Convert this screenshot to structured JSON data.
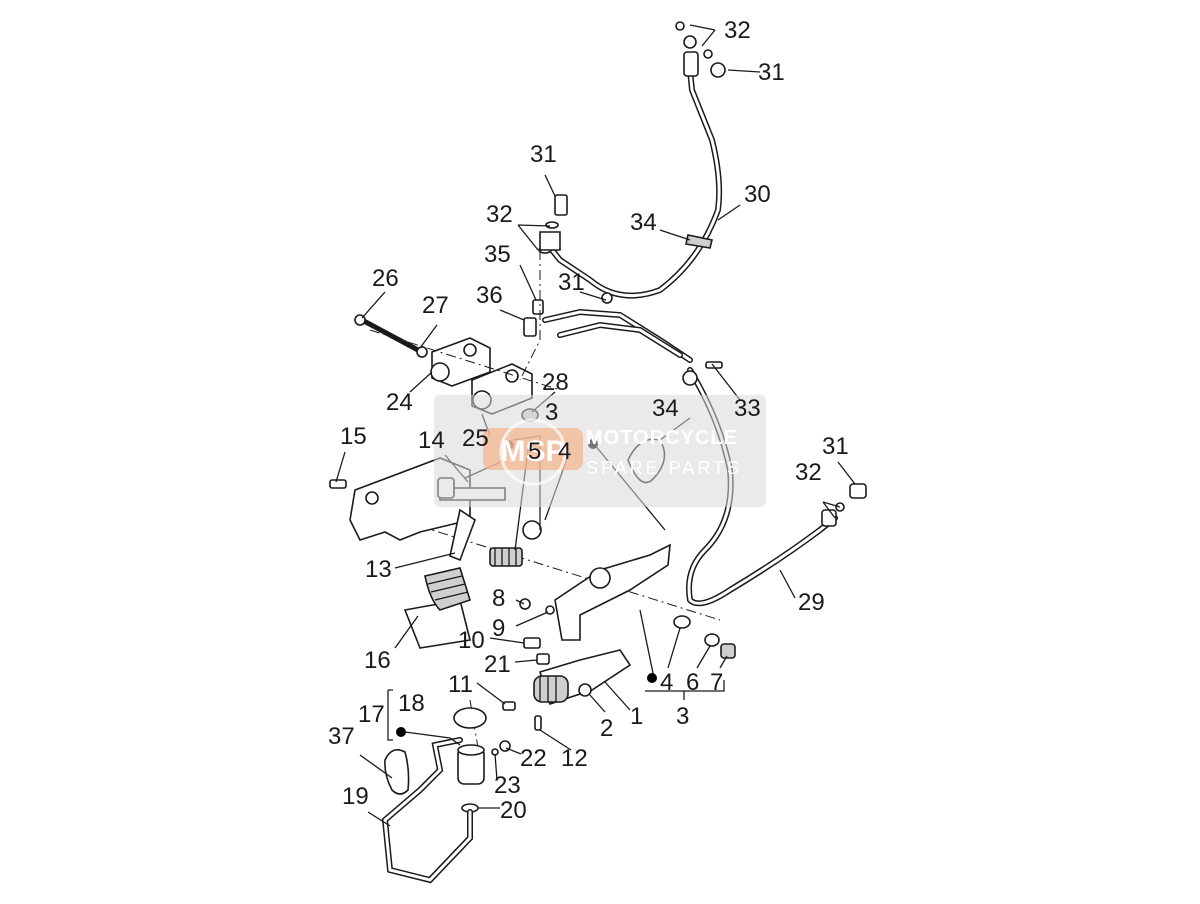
{
  "callouts": {
    "c1": "1",
    "c2": "2",
    "c3a": "3",
    "c3b": "3",
    "c4a": "4",
    "c4b": "4",
    "c5": "5",
    "c6": "6",
    "c7": "7",
    "c8": "8",
    "c9": "9",
    "c10": "10",
    "c11": "11",
    "c12": "12",
    "c13": "13",
    "c14": "14",
    "c15": "15",
    "c16": "16",
    "c17": "17",
    "c18": "18",
    "c19": "19",
    "c20": "20",
    "c21": "21",
    "c22": "22",
    "c23": "23",
    "c24": "24",
    "c25": "25",
    "c26": "26",
    "c27": "27",
    "c28": "28",
    "c29": "29",
    "c30": "30",
    "c31a": "31",
    "c31b": "31",
    "c31c": "31",
    "c31d": "31",
    "c32a": "32",
    "c32b": "32",
    "c32c": "32",
    "c33": "33",
    "c34a": "34",
    "c34b": "34",
    "c35": "35",
    "c36": "36",
    "c37": "37"
  },
  "watermark": {
    "logo": "MSP",
    "line1": "MOTORCYCLE",
    "line2": "SPARE PARTS"
  }
}
